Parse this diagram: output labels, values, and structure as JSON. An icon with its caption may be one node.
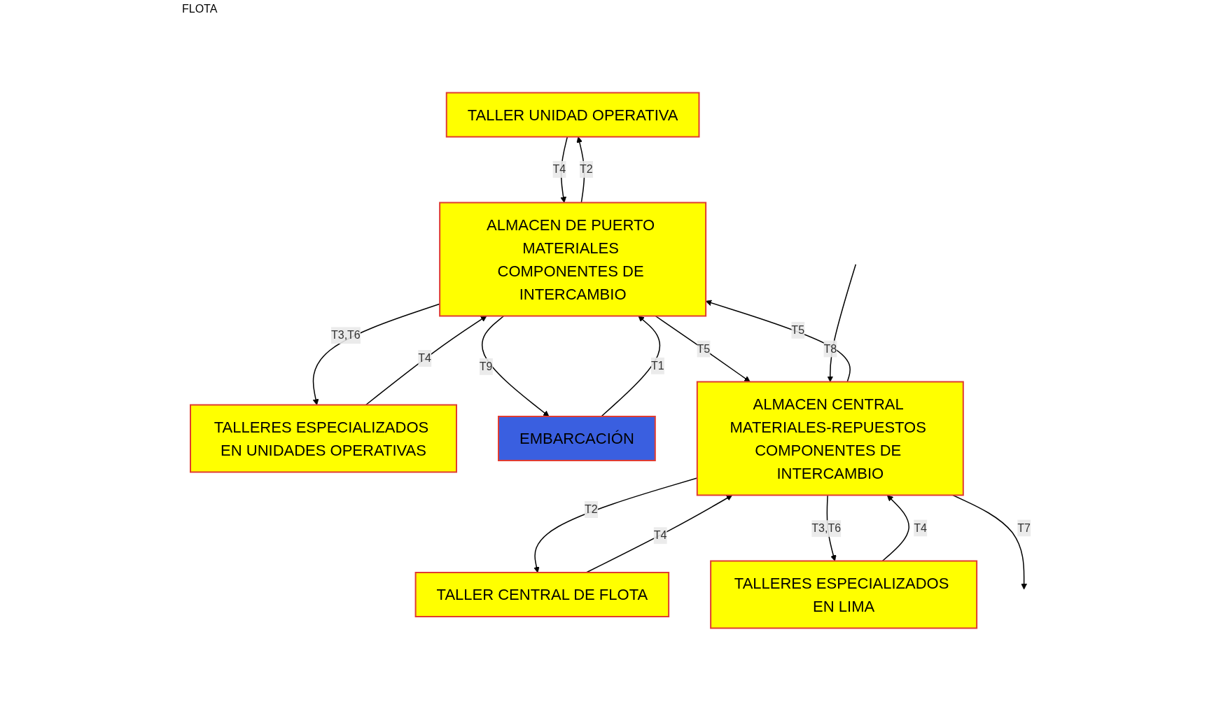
{
  "diagram": {
    "nodes": [
      {
        "text": [
          "TALLER UNIDAD OPERATIVA"
        ]
      },
      {
        "text": [
          "TALLERES ESPECIALIZADOS EN UNIDADES OPERATIVAS"
        ]
      },
      {
        "text": [
          "ALMACEN DE PUERTO MATERIALES COMPONENTES DE INTERCAMBIO"
        ]
      },
      {
        "text": [
          "EMBARCACIÓN"
        ]
      },
      {
        "text": [
          "TALLER CENTRAL DE FLOTA"
        ]
      },
      {
        "text": [
          "ALMACEN CENTRAL MATERIALES-REPUESTOS COMPONENTES DE INTERCAMBIO"
        ]
      },
      {
        "text": [
          "TALLERES ESPECIALIZADOS EN LIMA"
        ]
      }
    ],
    "edges": [
      {
        "from": 0,
        "to": 2,
        "arrow": "to",
        "label": "T4"
      },
      {
        "from": 2,
        "to": 0,
        "arrow": "to",
        "label": "T2"
      },
      {
        "from": 1,
        "to": 2,
        "arrow": "to",
        "label": "T4"
      },
      {
        "from": 2,
        "to": 1,
        "arrow": "to",
        "label": "T3,T6"
      },
      {
        "from": 3,
        "to": 2,
        "arrow": "to",
        "label": "T1"
      },
      {
        "from": 2,
        "to": 3,
        "arrow": "to",
        "label": "T9"
      },
      {
        "from": 2,
        "to": 5,
        "arrow": "to",
        "label": "T5"
      },
      {
        "from": 5,
        "to": 2,
        "arrow": "to",
        "label": "T5"
      },
      {
        "from": 5,
        "to": 4,
        "arrow": "to",
        "label": "T2"
      },
      {
        "from": 4,
        "to": 5,
        "arrow": "to",
        "label": "T4"
      },
      {
        "from": 5,
        "to": 6,
        "arrow": "to",
        "label": "T3,T6"
      },
      {
        "from": 6,
        "to": 5,
        "arrow": "to",
        "label": "T4"
      },
      {
        "from": 5,
        "to": null,
        "arrow": "to",
        "label": "T7"
      },
      {
        "from": null,
        "to": 5,
        "arrow": "to",
        "label": "T8"
      }
    ],
    "labels": [
      "FLOTA"
    ]
  }
}
